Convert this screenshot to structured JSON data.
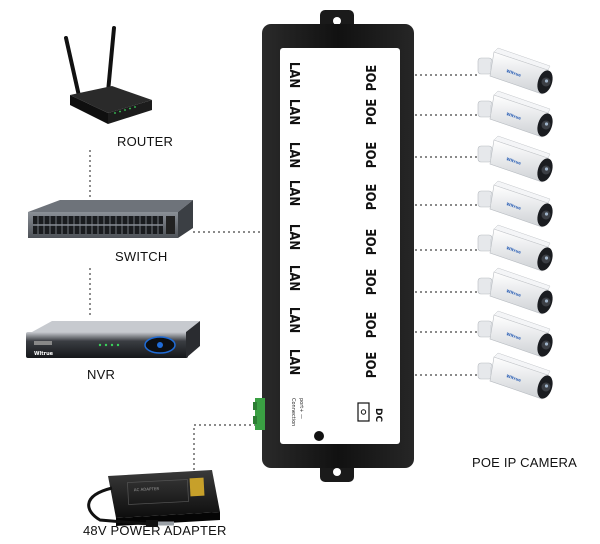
{
  "labels": {
    "router": "ROUTER",
    "switch": "SWITCH",
    "nvr": "NVR",
    "camera": "POE IP CAMERA",
    "power": "48V POWER ADAPTER"
  },
  "injector": {
    "lan_label": "LAN",
    "poe_label": "POE",
    "port_count": 8,
    "dc_label": "DC",
    "connection_text_1": "Connection",
    "connection_text_2": "port+ —"
  },
  "nvr_brand": "Wltrue",
  "camera_brand": "Wltrue",
  "adapter_text": "AC ADAPTER"
}
